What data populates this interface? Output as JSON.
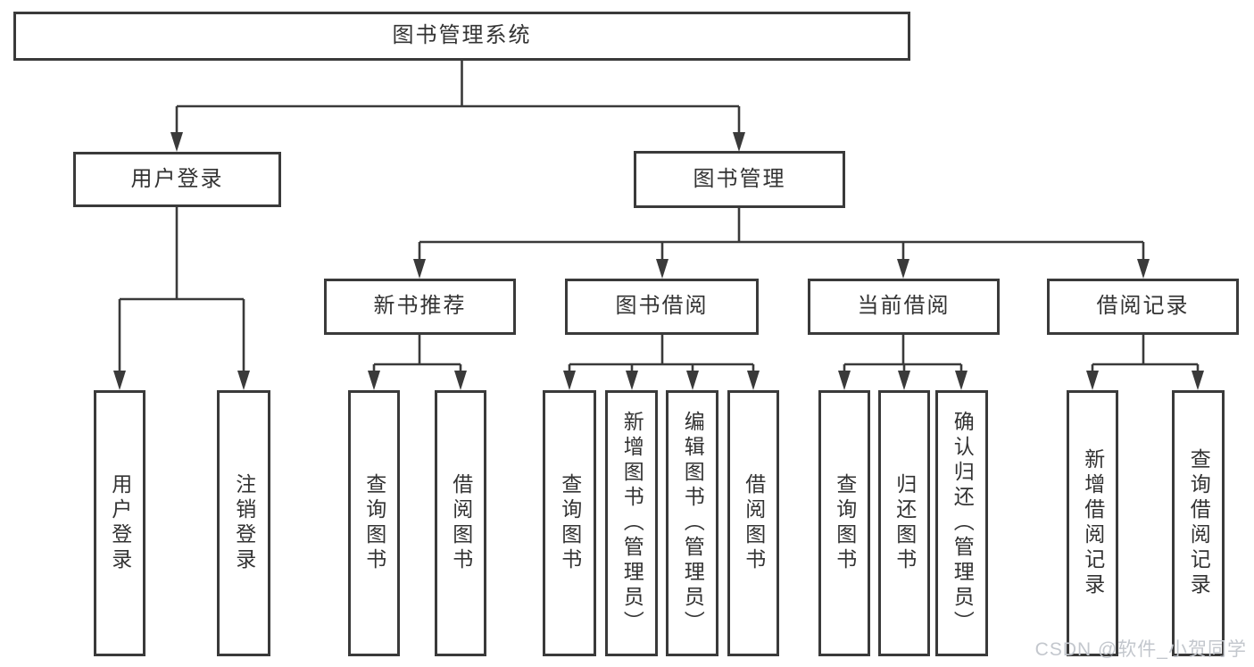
{
  "diagram": {
    "root": {
      "label": "图书管理系统"
    },
    "level2": [
      {
        "id": "user-login",
        "label": "用户登录"
      },
      {
        "id": "book-management",
        "label": "图书管理"
      }
    ],
    "level3": [
      {
        "id": "new-book-recommend",
        "label": "新书推荐"
      },
      {
        "id": "book-borrow",
        "label": "图书借阅"
      },
      {
        "id": "current-borrow",
        "label": "当前借阅"
      },
      {
        "id": "borrow-records",
        "label": "借阅记录"
      }
    ],
    "leaves": {
      "user_login": [
        "用户登录",
        "注销登录"
      ],
      "new_book_recommend": [
        "查询图书",
        "借阅图书"
      ],
      "book_borrow": [
        "查询图书",
        "新增图书（管理员）",
        "编辑图书（管理员）",
        "借阅图书"
      ],
      "current_borrow": [
        "查询图书",
        "归还图书",
        "确认归还（管理员）"
      ],
      "borrow_records": [
        "新增借阅记录",
        "查询借阅记录"
      ]
    }
  },
  "watermark": {
    "text": "CSDN @软件_小贺同学"
  },
  "colors": {
    "line": "#3a3a3a",
    "node_border": "#3a3a3a",
    "text": "#333333",
    "watermark": "#c3c7cd",
    "background": "#ffffff"
  }
}
